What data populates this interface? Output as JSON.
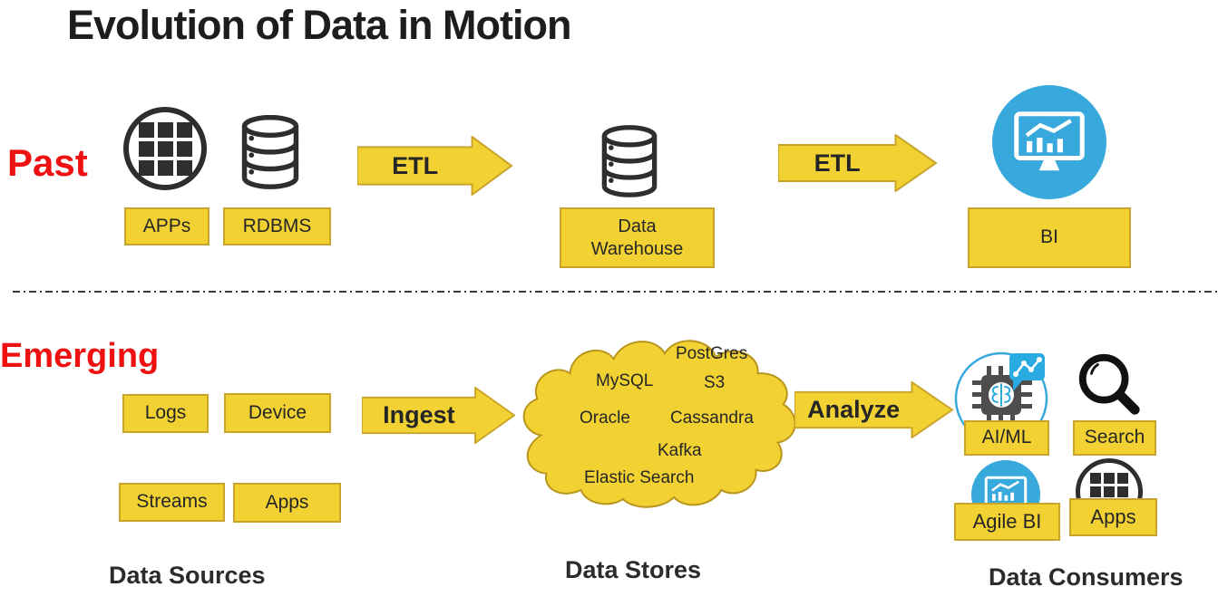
{
  "title": "Evolution of Data in Motion",
  "sections": {
    "past": {
      "label": "Past",
      "apps_label": "APPs",
      "rdbms_label": "RDBMS",
      "etl1": "ETL",
      "dw_label": "Data Warehouse",
      "etl2": "ETL",
      "bi_label": "BI"
    },
    "emerging": {
      "label": "Emerging",
      "sources": [
        "Logs",
        "Device",
        "Streams",
        "Apps"
      ],
      "ingest": "Ingest",
      "cloud_items": [
        "PostGres",
        "MySQL",
        "S3",
        "Oracle",
        "Cassandra",
        "Kafka",
        "Elastic Search"
      ],
      "analyze": "Analyze",
      "consumers": [
        "AI/ML",
        "Search",
        "Agile BI",
        "Apps"
      ]
    }
  },
  "footer": {
    "sources": "Data Sources",
    "stores": "Data Stores",
    "consumers": "Data Consumers"
  },
  "icons": {
    "past": [
      "apps-grid-icon",
      "database-icon",
      "database-icon",
      "bi-monitor-icon"
    ],
    "emerging": [
      "cloud-shape",
      "aiml-chip-icon",
      "search-magnifier-icon",
      "agile-bi-monitor-icon",
      "apps-grid-icon"
    ]
  },
  "colors": {
    "accent_yellow": "#F2D233",
    "yellow_border": "#C9A42A",
    "cloud_outline": "#B9951E",
    "accent_blue": "#38A9DC",
    "bubble_blue": "#29ABE2",
    "label_red": "#EE1111",
    "icon_dark": "#2E2E2E"
  }
}
